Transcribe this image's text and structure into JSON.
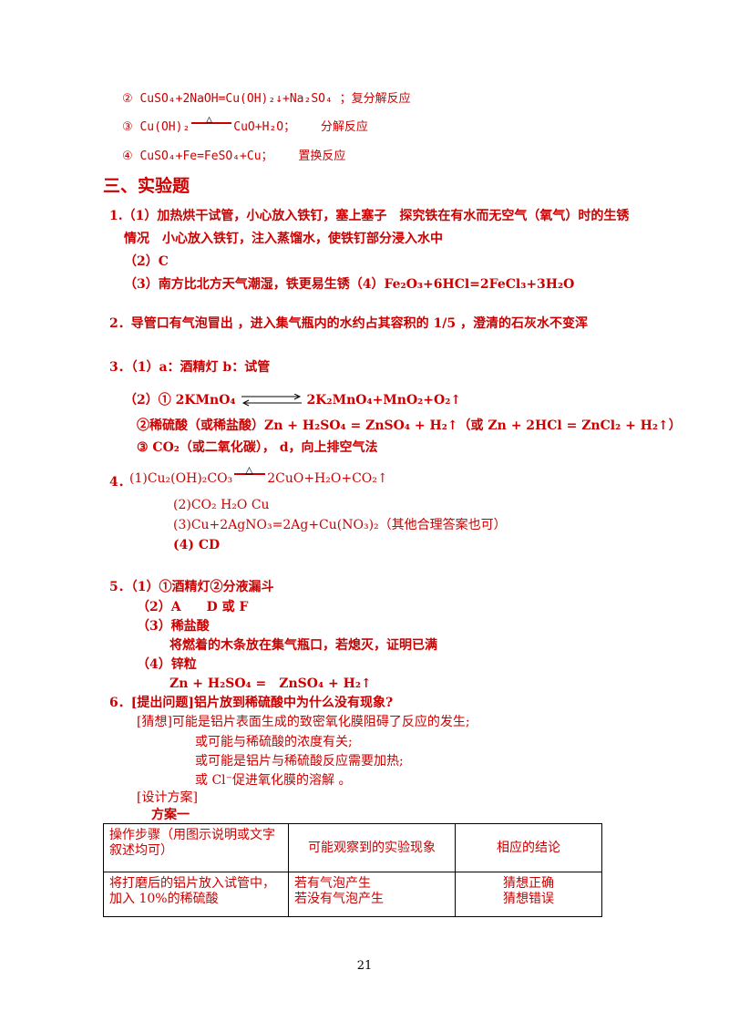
{
  "reactions": {
    "r2_text": "② CuSO₄+2NaOH=Cu(OH)₂↓+Na₂SO₄ ；复分解反应",
    "r3_left": "③ Cu(OH)₂",
    "r3_cond": "△",
    "r3_right": "CuO+H₂O；",
    "r3_type": "分解反应",
    "r4_text": "④ CuSO₄+Fe=FeSO₄+Cu；",
    "r4_type": "置换反应"
  },
  "section_title": "三、实验题",
  "q1": {
    "line1": "1.（1）加热烘干试管，小心放入铁钉，塞上塞子　探究铁在有水而无空气（氧气）时的生锈",
    "line2": "情况　小心放入铁钉，注入蒸馏水，使铁钉部分浸入水中",
    "line3": "（2）C",
    "line4": "（3）南方比北方天气潮湿，铁更易生锈（4）Fe₂O₃+6HCl=2FeCl₃+3H₂O"
  },
  "q2": {
    "line1": "2．导管口有气泡冒出 ，进入集气瓶内的水约占其容积的 1/5 ，澄清的石灰水不变浑"
  },
  "q3": {
    "line1": "3．（1）a：酒精灯 b：试管",
    "line2_left": "（2）① 2KMnO₄",
    "line2_right": "2K₂MnO₄+MnO₂+O₂↑",
    "line3": "②稀硫酸（或稀盐酸）Zn + H₂SO₄ = ZnSO₄ + H₂↑（或 Zn + 2HCl = ZnCl₂ + H₂↑）",
    "line4": "③ CO₂（或二氧化碳）， d，向上排空气法"
  },
  "q4": {
    "num": "4．",
    "p1_left": "(1)Cu₂(OH)₂CO₃",
    "p1_cond": "△",
    "p1_right": "2CuO+H₂O+CO₂↑",
    "p2": "(2)CO₂ H₂O Cu",
    "p3_eq": "(3)Cu+2AgNO₃=2Ag+Cu(NO₃)₂",
    "p3_note": "（其他合理答案也可）",
    "p4": "(4) CD"
  },
  "q5": {
    "line1": "5．（1）①酒精灯②分液漏斗",
    "line2": "（2）A　　D 或 F",
    "line3": "（3）稀盐酸",
    "line4": "将燃着的木条放在集气瓶口，若熄灭，证明已满",
    "line5": "（4）锌粒",
    "line6": "Zn + H₂SO₄ =　ZnSO₄ + H₂↑"
  },
  "q6": {
    "line1": "6．[提出问题]铝片放到稀硫酸中为什么没有现象?",
    "line2": "[猜想]可能是铝片表面生成的致密氧化膜阻碍了反应的发生;",
    "line3": "或可能与稀硫酸的浓度有关;",
    "line4": "或可能是铝片与稀硫酸反应需要加热;",
    "line5": "或 Cl⁻促进氧化膜的溶解 。",
    "line6": "[设计方案]",
    "line7": "方案一"
  },
  "table": {
    "headers": [
      "操作步骤（用图示说明或文字叙述均可）",
      "可能观察到的实验现象",
      "相应的结论"
    ],
    "rows": [
      [
        "将打磨后的铝片放入试管中，加入 10%的稀硫酸",
        "若有气泡产生\n若没有气泡产生",
        "猜想正确\n猜想错误"
      ]
    ]
  },
  "page_number": "21"
}
